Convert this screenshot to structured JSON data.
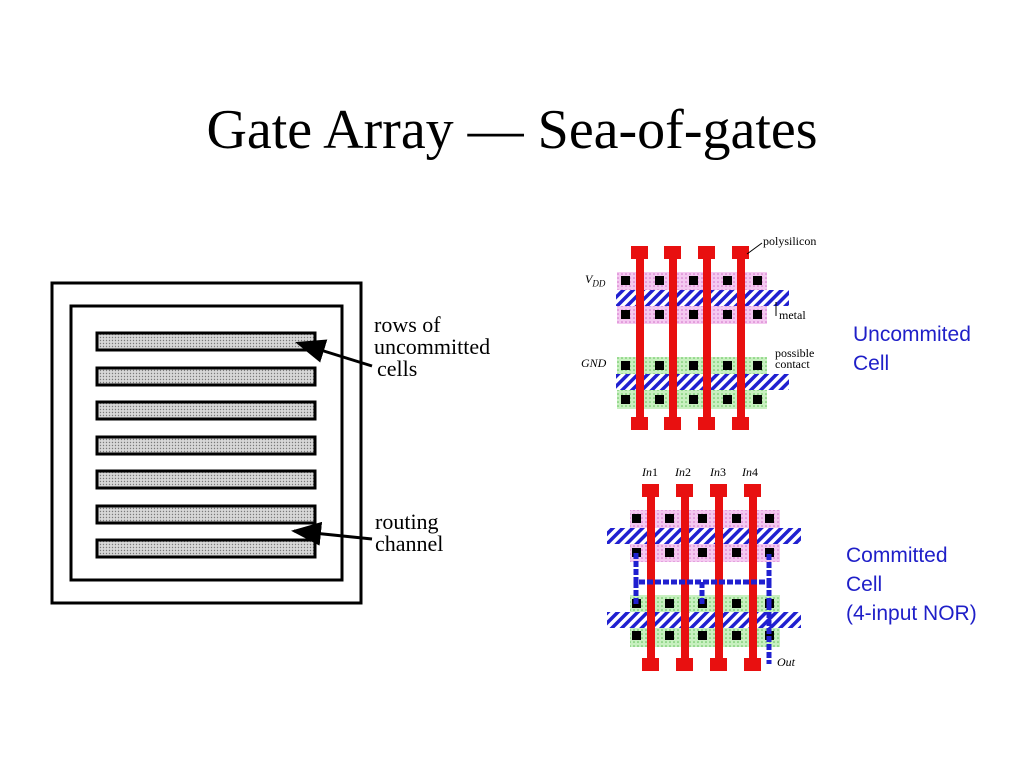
{
  "slide": {
    "title": "Gate Array — Sea-of-gates"
  },
  "left_diagram": {
    "rows_label": [
      "rows of",
      "uncommitted",
      "cells"
    ],
    "routing_label": [
      "routing",
      "channel"
    ]
  },
  "uncommitted_cell": {
    "polysilicon_label": "polysilicon",
    "vdd_label": "V",
    "vdd_sub": "DD",
    "metal_label": "metal",
    "gnd_label": "GND",
    "contact_label": [
      "possible",
      "contact"
    ],
    "caption": [
      "Uncommited",
      "Cell"
    ]
  },
  "committed_cell": {
    "inputs": [
      "In1",
      "In2",
      "In3",
      "In4"
    ],
    "input_prefix": "In",
    "input_nums": [
      "1",
      "2",
      "3",
      "4"
    ],
    "out_label": "Out",
    "caption": [
      "Committed",
      "Cell",
      "(4-input NOR)"
    ]
  },
  "colors": {
    "poly": "#e81010",
    "metal": "#2020d0",
    "pdiff": "#f0a8e8",
    "ndiff": "#a8e8a0",
    "caption": "#1f1fc8"
  }
}
